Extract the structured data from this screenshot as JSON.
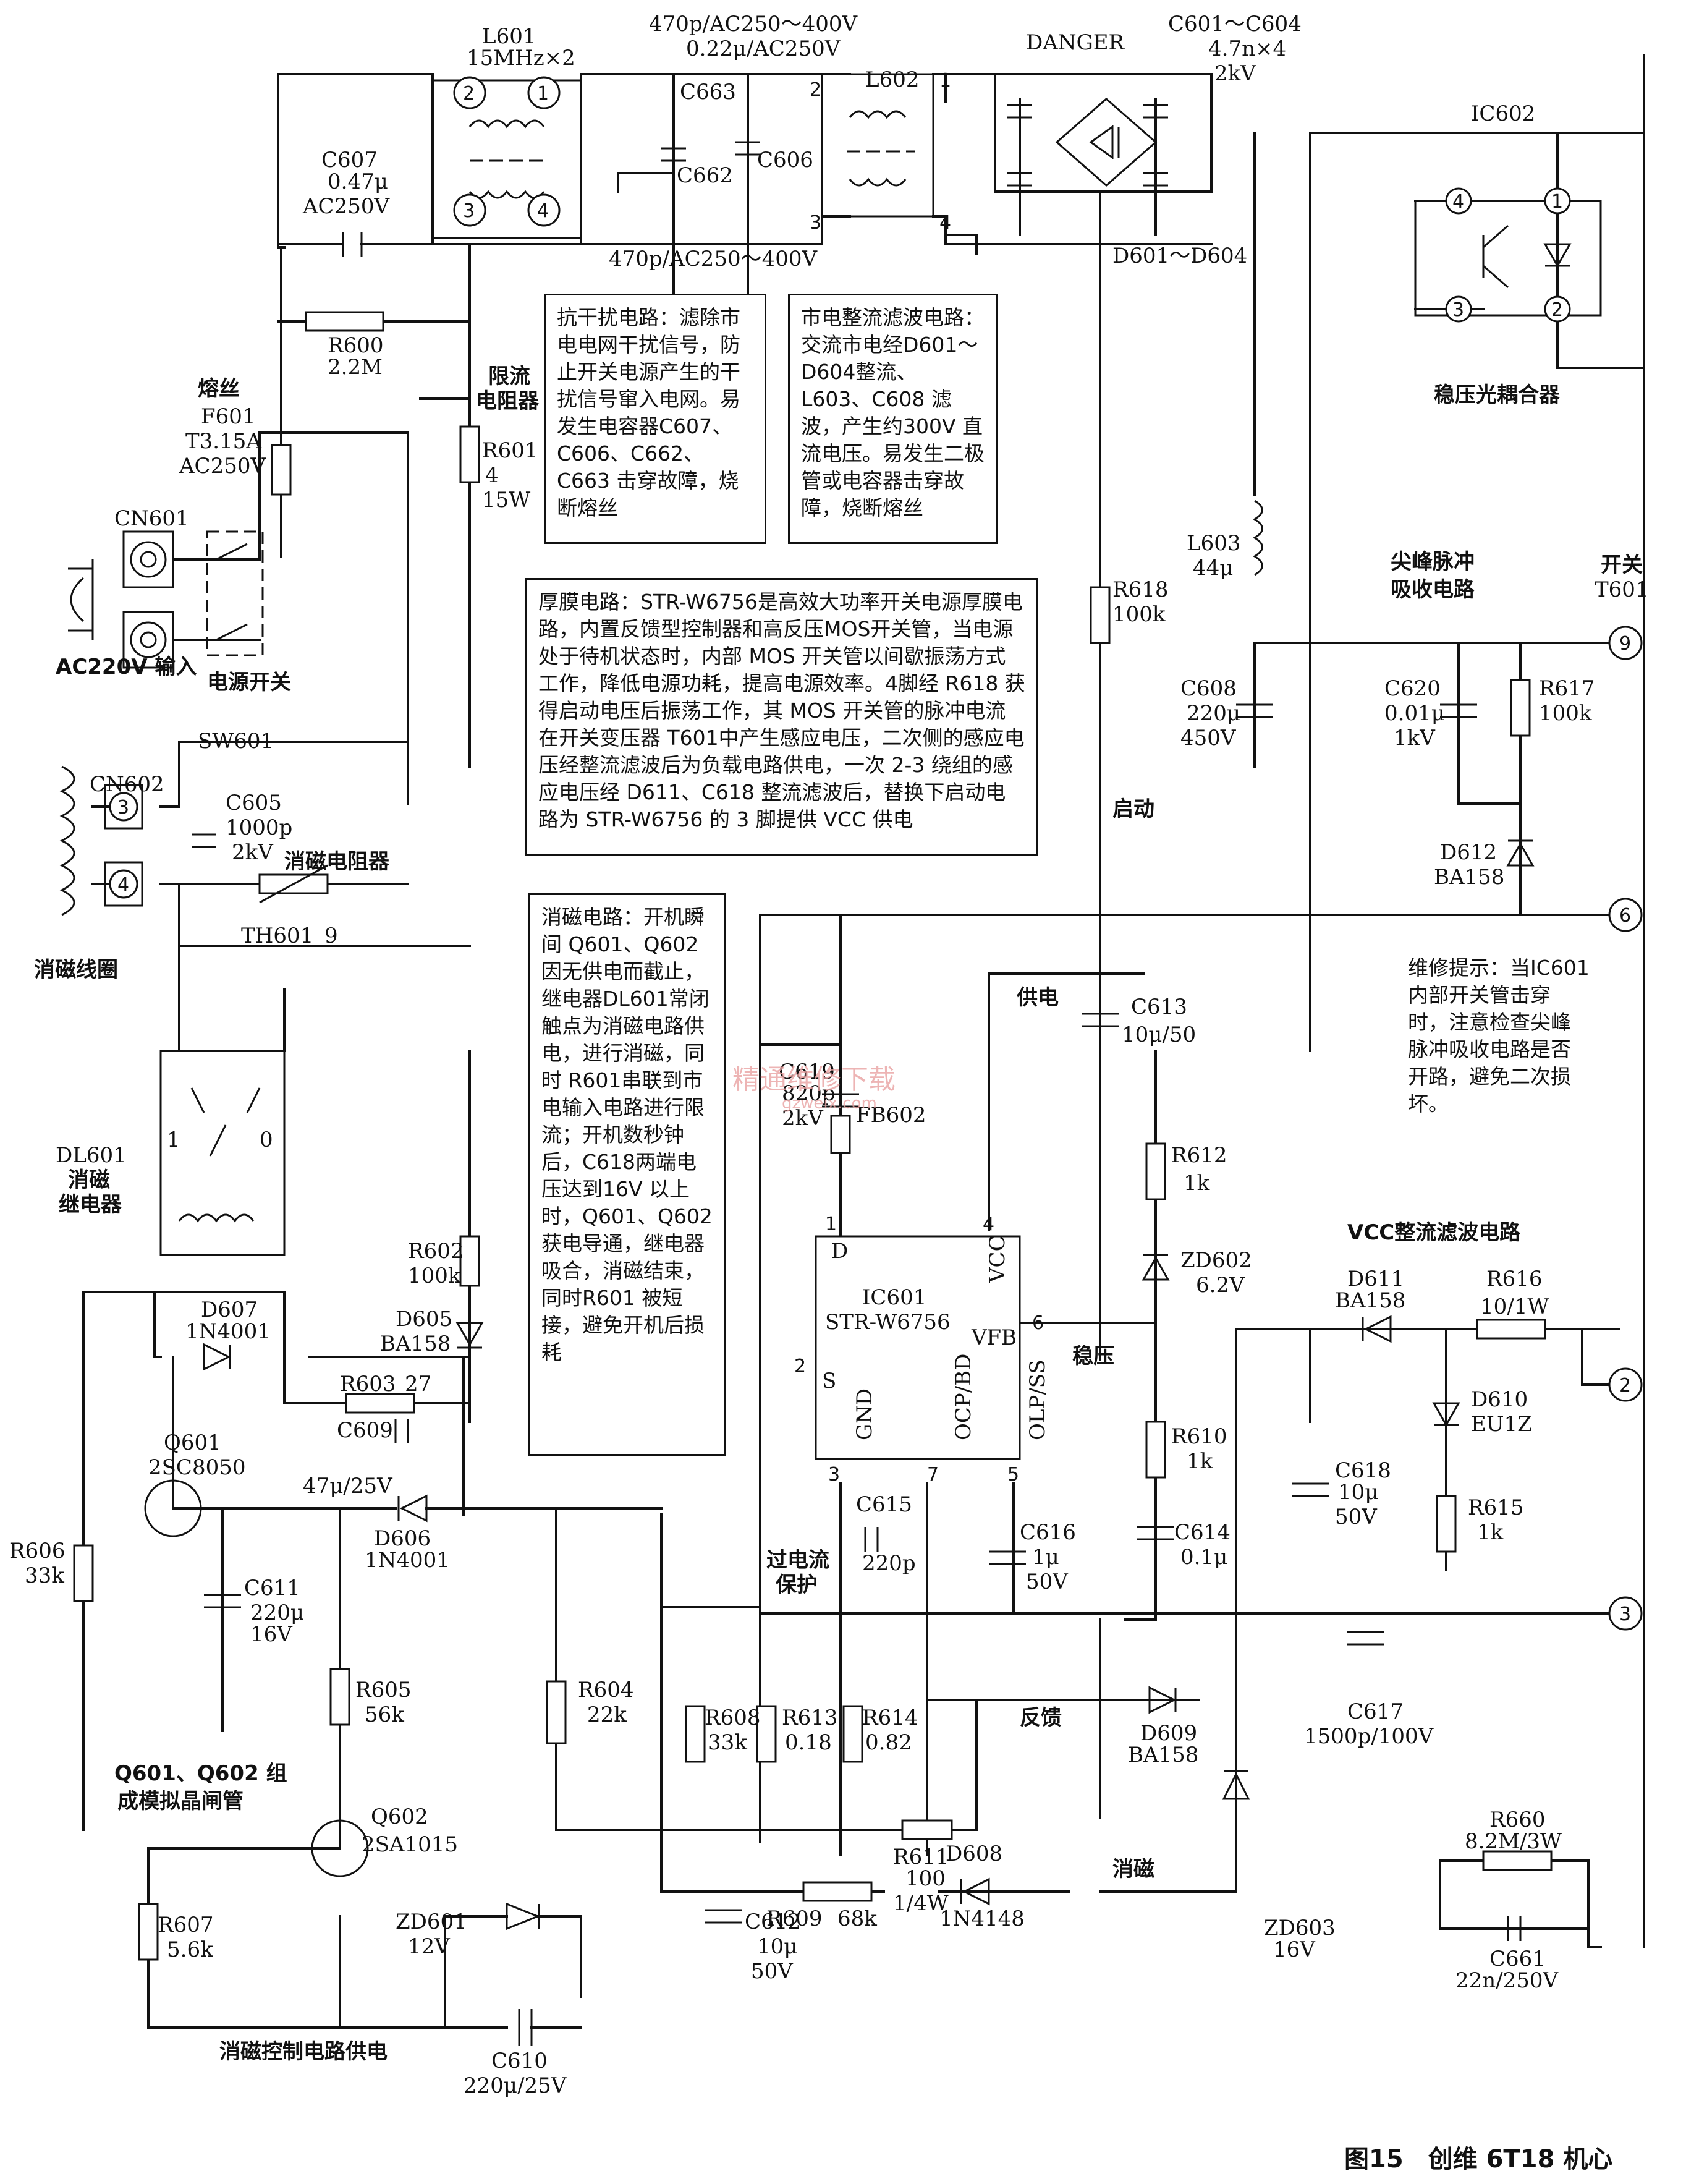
{
  "title": "图15　创维 6T18 机心",
  "watermark": {
    "text": "精通维修下载",
    "url": "gzweix.com"
  },
  "notes": {
    "emi": "抗干扰电路：滤除市电电网干扰信号，防止开关电源产生的干扰信号窜入电网。易发生电容器C607、C606、C662、C663 击穿故障，烧断熔丝",
    "rectifier": "市电整流滤波电路：交流市电经D601～D604整流、L603、C608 滤波，产生约300V 直流电压。易发生二极管或电容器击穿故障，烧断熔丝",
    "thick_film": "厚膜电路：STR-W6756是高效大功率开关电源厚膜电路，内置反馈型控制器和高反压MOS开关管，当电源处于待机状态时，内部 MOS 开关管以间歇振荡方式工作，降低电源功耗，提高电源效率。4脚经 R618 获得启动电压后振荡工作，其 MOS 开关管的脉冲电流在开关变压器 T601中产生感应电压，二次侧的感应电压经整流滤波后为负载电路供电，一次 2-3 绕组的感应电压经 D611、C618 整流滤波后，替换下启动电路为 STR-W6756 的 3 脚提供 VCC 供电",
    "degauss": "消磁电路：开机瞬间 Q601、Q602 因无供电而截止，继电器DL601常闭触点为消磁电路供电，进行消磁，同时 R601串联到市电输入电路进行限流；开机数秒钟后，C618两端电压达到16V 以上时，Q601、Q602获电导通，继电器吸合，消磁结束，同时R601 被短接，避免开机后损耗",
    "repair": "维修提示：当IC601 内部开关管击穿时，注意检查尖峰脉冲吸收电路是否开路，避免二次损坏。"
  },
  "labels": {
    "l601": "L601",
    "l601_spec": "15MHz×2",
    "cap_top1": "470p/AC250～400V",
    "cap_top2": "0.22μ/AC250V",
    "cap_bottom": "470p/AC250～400V",
    "c663": "C663",
    "c662": "C662",
    "c606": "C606",
    "l602": "L602",
    "danger": "DANGER",
    "c601_604": "C601～C604",
    "c601_spec1": "4.7n×4",
    "c601_spec2": "2kV",
    "d601_604": "D601～D604",
    "c607": "C607",
    "c607_v": "0.47μ",
    "c607_s": "AC250V",
    "r600": "R600",
    "r600_v": "2.2M",
    "fuse_title": "熔丝",
    "f601": "F601",
    "f601_v": "T3.15A",
    "f601_s": "AC250V",
    "limit_title1": "限流",
    "limit_title2": "电阻器",
    "r601": "R601",
    "r601_v": "4",
    "r601_s": "15W",
    "cn601": "CN601",
    "ac_in": "AC220V 输入",
    "power_sw": "电源开关",
    "sw601": "SW601",
    "cn602": "CN602",
    "c605": "C605",
    "c605_v": "1000p",
    "c605_s": "2kV",
    "degauss_res": "消磁电阻器",
    "th601": "TH601",
    "th_pin": "9",
    "degauss_coil": "消磁线圈",
    "dl601": "DL601",
    "dl601_a": "消磁",
    "dl601_b": "继电器",
    "relay_1": "1",
    "relay_0": "0",
    "ic602": "IC602",
    "optocoupler": "稳压光耦合器",
    "l603": "L603",
    "l603_v": "44μ",
    "r618": "R618",
    "r618_v": "100k",
    "c608": "C608",
    "c608_v": "220μ",
    "c608_s": "450V",
    "spike1": "尖峰脉冲",
    "spike2": "吸收电路",
    "sw_title": "开关",
    "t601": "T601",
    "c620": "C620",
    "c620_v": "0.01μ",
    "c620_s": "1kV",
    "r617": "R617",
    "r617_v": "100k",
    "d612": "D612",
    "d612_v": "BA158",
    "startup": "启动",
    "supply": "供电",
    "c613": "C613",
    "c613_v": "10μ/50",
    "c619": "C619",
    "c619_v": "820p",
    "c619_s": "2kV",
    "fb602": "FB602",
    "ic601": "IC601",
    "ic601_part": "STR-W6756",
    "pin_d": "D",
    "pin_vcc": "VCC",
    "pin_vfb": "VFB",
    "pin_s": "S",
    "pin_gnd": "GND",
    "pin_ocp": "OCP/BD",
    "pin_olp": "OLP/SS",
    "reg": "稳压",
    "r612": "R612",
    "r612_v": "1k",
    "zd602": "ZD602",
    "zd602_v": "6.2V",
    "r610": "R610",
    "r610_v": "1k",
    "c614": "C614",
    "c614_v": "0.1μ",
    "vcc_title": "VCC整流滤波电路",
    "d611": "D611",
    "d611_v": "BA158",
    "r616": "R616",
    "r616_v": "10/1W",
    "d610": "D610",
    "d610_v": "EU1Z",
    "c618": "C618",
    "c618_v": "10μ",
    "c618_s": "50V",
    "r615": "R615",
    "r615_v": "1k",
    "c615": "C615",
    "c615_v": "220p",
    "c616": "C616",
    "c616_v": "1μ",
    "c616_s": "50V",
    "ocp1": "过电流",
    "ocp2": "保护",
    "c617": "C617",
    "c617_v": "1500p/100V",
    "feedback": "反馈",
    "d609": "D609",
    "d609_v": "BA158",
    "r608": "R608",
    "r608_v": "33k",
    "r613": "R613",
    "r613_v": "0.18",
    "r614": "R614",
    "r614_v": "0.82",
    "r611": "R611",
    "r611_v": "100",
    "r611_s": "1/4W",
    "r660": "R660",
    "r660_v": "8.2M/3W",
    "c661": "C661",
    "c661_v": "22n/250V",
    "r602": "R602",
    "r602_v": "100k",
    "d605": "D605",
    "d605_v": "BA158",
    "d607": "D607",
    "d607_v": "1N4001",
    "r603": "R603",
    "r603_v": "27",
    "c609": "C609",
    "c609_v": "47μ/25V",
    "d606": "D606",
    "d606_v": "1N4001",
    "q601": "Q601",
    "q601_v": "2SC8050",
    "c611": "C611",
    "c611_v": "220μ",
    "c611_s": "16V",
    "r606": "R606",
    "r606_v": "33k",
    "r605": "R605",
    "r605_v": "56k",
    "r604": "R604",
    "r604_v": "22k",
    "scr1": "Q601、Q602 组",
    "scr2": "成模拟晶闸管",
    "q602": "Q602",
    "q602_v": "2SA1015",
    "r607": "R607",
    "r607_v": "5.6k",
    "zd601": "ZD601",
    "zd601_v": "12V",
    "c612": "C612",
    "c612_v": "10μ",
    "c612_s": "50V",
    "d608": "D608",
    "d608_v": "1N4148",
    "r609": "R609",
    "r609_v": "68k",
    "degauss_lbl": "消磁",
    "zd603": "ZD603",
    "zd603_v": "16V",
    "degauss_supply": "消磁控制电路供电",
    "c610": "C610",
    "c610_v": "220μ/25V",
    "p1": "1",
    "p2": "2",
    "p3": "3",
    "p4": "4",
    "p5": "5",
    "p6": "6",
    "p7": "7",
    "t9": "9",
    "t6": "6",
    "t2": "2",
    "t3": "3"
  }
}
